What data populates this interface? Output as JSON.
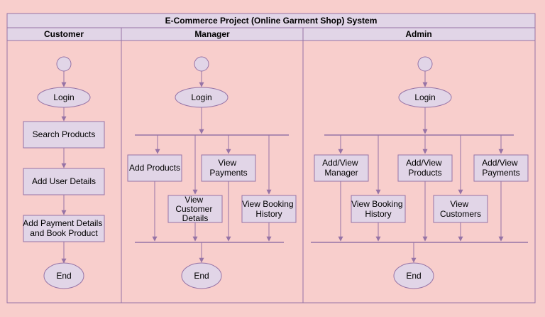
{
  "title": "E-Commerce Project (Online Garment Shop) System",
  "colors": {
    "background": "#f8cecc",
    "header_fill": "#e1d5e7",
    "stroke": "#9673a6",
    "node_fill": "#e1d5e7",
    "text": "#000000"
  },
  "lanes": {
    "customer": {
      "header": "Customer",
      "login": "Login",
      "search": "Search Products",
      "user_details": "Add User Details",
      "payment": [
        "Add Payment Details",
        "and Book Product"
      ],
      "end": "End"
    },
    "manager": {
      "header": "Manager",
      "login": "Login",
      "add_products": "Add Products",
      "view_payments": [
        "View",
        "Payments"
      ],
      "view_customer": [
        "View",
        "Customer",
        "Details"
      ],
      "view_booking": [
        "View Booking",
        "History"
      ],
      "end": "End"
    },
    "admin": {
      "header": "Admin",
      "login": "Login",
      "add_manager": [
        "Add/View",
        "Manager"
      ],
      "add_products": [
        "Add/View",
        "Products"
      ],
      "add_payments": [
        "Add/View",
        "Payments"
      ],
      "view_booking": [
        "View Booking",
        "History"
      ],
      "view_customers": [
        "View",
        "Customers"
      ],
      "end": "End"
    }
  }
}
